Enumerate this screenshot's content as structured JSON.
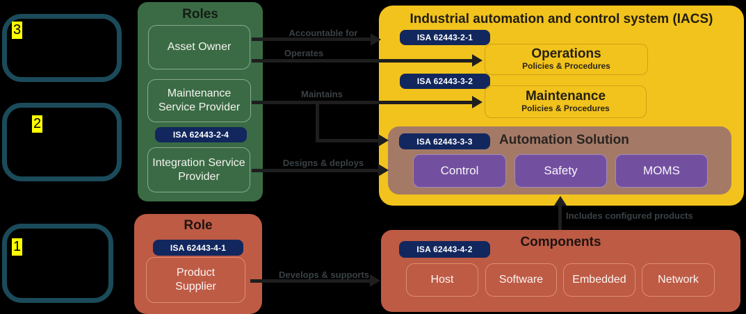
{
  "reference_boxes": [
    {
      "number": "3"
    },
    {
      "number": "2"
    },
    {
      "number": "1"
    }
  ],
  "roles_panel": {
    "title": "Roles",
    "asset_owner": "Asset Owner",
    "maintenance_service_provider": "Maintenance Service Provider",
    "badge": "ISA 62443-2-4",
    "integration_service_provider": "Integration Service Provider"
  },
  "role_panel": {
    "title": "Role",
    "badge": "ISA 62443-4-1",
    "product_supplier": "Product Supplier"
  },
  "iacs_panel": {
    "title": "Industrial automation and control system (IACS)",
    "operations_badge": "ISA 62443-2-1",
    "operations": {
      "title": "Operations",
      "subtitle": "Policies & Procedures"
    },
    "maintenance_badge": "ISA 62443-3-2",
    "maintenance": {
      "title": "Maintenance",
      "subtitle": "Policies & Procedures"
    },
    "automation_solution": {
      "badge": "ISA 62443-3-3",
      "title": "Automation Solution",
      "items": [
        {
          "label": "Control"
        },
        {
          "label": "Safety"
        },
        {
          "label": "MOMS"
        }
      ]
    }
  },
  "components_panel": {
    "title": "Components",
    "badge": "ISA 62443-4-2",
    "items": [
      {
        "label": "Host"
      },
      {
        "label": "Software"
      },
      {
        "label": "Embedded"
      },
      {
        "label": "Network"
      }
    ]
  },
  "arrows": {
    "accountable_for": "Accountable for",
    "operates": "Operates",
    "maintains": "Maintains",
    "designs_deploys": "Designs & deploys",
    "develops_supports": "Develops & supports",
    "includes_configured_products": "Includes configured products"
  },
  "colors": {
    "background": "#000000",
    "roles_green": "#3A6B45",
    "iacs_yellow": "#F2C31C",
    "badge_navy": "#12275E",
    "automation_brown": "#A47A67",
    "solution_purple": "#734FA0",
    "components_terracotta": "#BE5B45",
    "reference_teal": "#1B4B5A",
    "number_highlight": "#FFFF00",
    "arrow_dark": "#1E1E1E"
  }
}
